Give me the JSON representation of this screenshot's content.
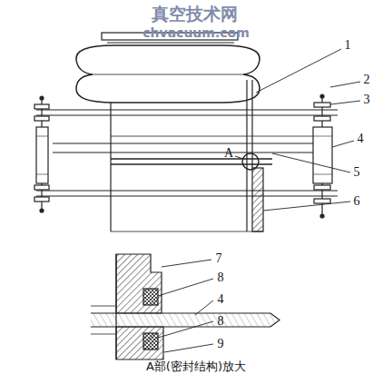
{
  "diagram": {
    "caption": "A部(密封结构)放大",
    "labels": [
      "真空技术网",
      "chvacuum.com",
      "1",
      "2",
      "3",
      "4",
      "5",
      "6",
      "A",
      "7",
      "8",
      "4",
      "8",
      "9"
    ]
  }
}
